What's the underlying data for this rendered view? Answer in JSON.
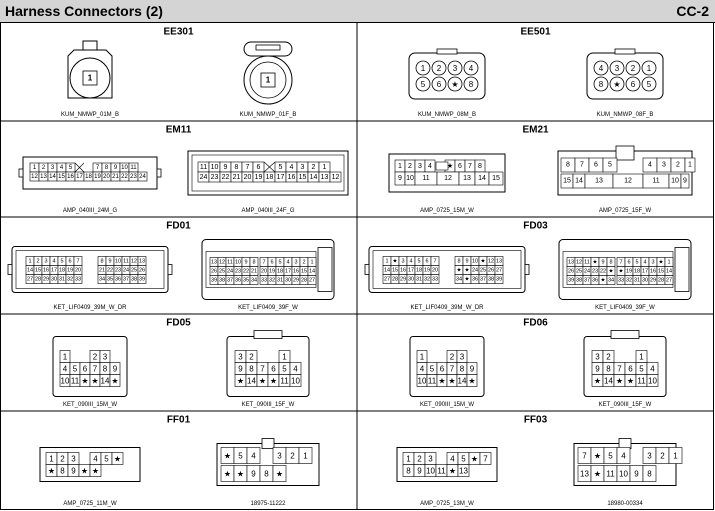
{
  "header": {
    "title": "Harness Connectors (2)",
    "code": "CC-2"
  },
  "sections": [
    {
      "id": "EE301",
      "title": "EE301",
      "connectors": [
        {
          "kind": "round-male",
          "pins": [
            "1"
          ],
          "part": "KUM_NMWP_01M_B"
        },
        {
          "kind": "round-female",
          "pins": [
            "1"
          ],
          "part": "KUM_NMWP_01F_B"
        }
      ]
    },
    {
      "id": "EE501",
      "title": "EE501",
      "connectors": [
        {
          "kind": "circle-grid",
          "rows": [
            [
              "1",
              "2",
              "3",
              "4"
            ],
            [
              "5",
              "6",
              "★",
              "8"
            ]
          ],
          "part": "KUM_NMWP_08M_B"
        },
        {
          "kind": "circle-grid",
          "rows": [
            [
              "4",
              "3",
              "2",
              "1"
            ],
            [
              "8",
              "★",
              "6",
              "5"
            ]
          ],
          "part": "KUM_NMWP_08F_B"
        }
      ]
    },
    {
      "id": "EM11",
      "title": "EM11",
      "connectors": [
        {
          "kind": "em11-male",
          "rows": [
            [
              "1",
              "2",
              "3",
              "4",
              "5",
              "",
              "",
              "7",
              "8",
              "9",
              "10",
              "11"
            ],
            [
              "12",
              "13",
              "14",
              "15",
              "16",
              "17",
              "18",
              "19",
              "20",
              "21",
              "22",
              "23",
              "24"
            ]
          ],
          "part": "AMP_040III_24M_G"
        },
        {
          "kind": "em11-female",
          "rows": [
            [
              "11",
              "10",
              "9",
              "8",
              "7",
              "6",
              "",
              "5",
              "4",
              "3",
              "2",
              "1"
            ],
            [
              "24",
              "23",
              "22",
              "21",
              "20",
              "19",
              "18",
              "17",
              "16",
              "15",
              "14",
              "13",
              "12"
            ]
          ],
          "part": "AMP_040III_24F_G"
        }
      ]
    },
    {
      "id": "EM21",
      "title": "EM21",
      "connectors": [
        {
          "kind": "em21-male",
          "rows": [
            [
              "1",
              "2",
              "3",
              "4",
              "",
              "★",
              "6",
              "7",
              "8"
            ],
            [
              "9",
              "10",
              "11",
              "12",
              "13",
              "14",
              "15"
            ]
          ],
          "part": "AMP_0725_15M_W"
        },
        {
          "kind": "em21-female",
          "rows": [
            [
              "8",
              "7",
              "6",
              "5",
              "",
              "4",
              "3",
              "2",
              "1"
            ],
            [
              "15",
              "14",
              "13",
              "12",
              "11",
              "10",
              "9"
            ]
          ],
          "part": "AMP_0725_15F_W"
        }
      ]
    },
    {
      "id": "FD01",
      "title": "FD01",
      "connectors": [
        {
          "kind": "fd-male",
          "left": [
            [
              "1",
              "2",
              "3",
              "4",
              "5",
              "6",
              "7"
            ],
            [
              "14",
              "15",
              "16",
              "17",
              "18",
              "19",
              "20"
            ],
            [
              "27",
              "28",
              "29",
              "30",
              "31",
              "32",
              "33"
            ]
          ],
          "right": [
            [
              "8",
              "9",
              "10",
              "11",
              "12",
              "13"
            ],
            [
              "21",
              "22",
              "23",
              "24",
              "25",
              "26"
            ],
            [
              "34",
              "35",
              "36",
              "37",
              "38",
              "39"
            ]
          ],
          "part": "KET_LIF0409_39M_W_DR"
        },
        {
          "kind": "fd-female",
          "left": [
            [
              "13",
              "12",
              "11",
              "10",
              "9",
              "8"
            ],
            [
              "26",
              "25",
              "24",
              "23",
              "22",
              "21"
            ],
            [
              "39",
              "38",
              "37",
              "36",
              "35",
              "34"
            ]
          ],
          "right": [
            [
              "7",
              "6",
              "5",
              "4",
              "3",
              "2",
              "1"
            ],
            [
              "20",
              "19",
              "18",
              "17",
              "16",
              "15",
              "14"
            ],
            [
              "33",
              "32",
              "31",
              "30",
              "29",
              "28",
              "27"
            ]
          ],
          "part": "KET_LIF0409_39F_W"
        }
      ]
    },
    {
      "id": "FD03",
      "title": "FD03",
      "connectors": [
        {
          "kind": "fd-male",
          "left": [
            [
              "1",
              "★",
              "3",
              "4",
              "5",
              "6",
              "7"
            ],
            [
              "14",
              "15",
              "16",
              "17",
              "18",
              "19",
              "20"
            ],
            [
              "27",
              "28",
              "29",
              "30",
              "31",
              "32",
              "33"
            ]
          ],
          "right": [
            [
              "8",
              "9",
              "10",
              "★",
              "12",
              "13"
            ],
            [
              "★",
              "★",
              "24",
              "25",
              "26",
              "27"
            ],
            [
              "34",
              "★",
              "36",
              "37",
              "38",
              "39"
            ]
          ],
          "part": "KET_LIF0409_39M_W_DR"
        },
        {
          "kind": "fd-female",
          "left": [
            [
              "13",
              "12",
              "11",
              "★",
              "9",
              "8"
            ],
            [
              "26",
              "25",
              "24",
              "23",
              "22",
              "★"
            ],
            [
              "39",
              "38",
              "37",
              "36",
              "★",
              "34"
            ]
          ],
          "right": [
            [
              "7",
              "6",
              "5",
              "4",
              "3",
              "★",
              "1"
            ],
            [
              "★",
              "19",
              "18",
              "17",
              "16",
              "15",
              "14"
            ],
            [
              "33",
              "32",
              "31",
              "30",
              "29",
              "28",
              "27"
            ]
          ],
          "part": "KET_LIF0409_39F_W"
        }
      ]
    },
    {
      "id": "FD05",
      "title": "FD05",
      "connectors": [
        {
          "kind": "fd05-male",
          "rows": [
            [
              "1",
              "",
              "",
              "2",
              "3"
            ],
            [
              "4",
              "5",
              "6",
              "7",
              "8",
              "9"
            ],
            [
              "10",
              "11",
              "★",
              "★",
              "14",
              "★"
            ]
          ],
          "part": "KET_090III_15M_W"
        },
        {
          "kind": "fd05-female",
          "rows": [
            [
              "3",
              "2",
              "",
              "",
              "1"
            ],
            [
              "9",
              "8",
              "7",
              "6",
              "5",
              "4"
            ],
            [
              "★",
              "14",
              "★",
              "★",
              "11",
              "10"
            ]
          ],
          "part": "KET_090III_15F_W"
        }
      ]
    },
    {
      "id": "FD06",
      "title": "FD06",
      "connectors": [
        {
          "kind": "fd05-male",
          "rows": [
            [
              "1",
              "",
              "",
              "2",
              "3"
            ],
            [
              "4",
              "5",
              "6",
              "7",
              "8",
              "9"
            ],
            [
              "10",
              "11",
              "★",
              "★",
              "14",
              "★"
            ]
          ],
          "part": "KET_090III_15M_W"
        },
        {
          "kind": "fd05-female",
          "rows": [
            [
              "3",
              "2",
              "",
              "",
              "1"
            ],
            [
              "9",
              "8",
              "7",
              "6",
              "5",
              "4"
            ],
            [
              "★",
              "14",
              "★",
              "★",
              "11",
              "10"
            ]
          ],
          "part": "KET_090III_15F_W"
        }
      ]
    },
    {
      "id": "FF01",
      "title": "FF01",
      "connectors": [
        {
          "kind": "ff-male",
          "rows": [
            [
              "1",
              "2",
              "3",
              "",
              "4",
              "5",
              "★"
            ],
            [
              "★",
              "8",
              "9",
              "★",
              "★"
            ]
          ],
          "part": "AMP_0725_11M_W"
        },
        {
          "kind": "ff-female",
          "rows": [
            [
              "★",
              "5",
              "4",
              "",
              "3",
              "2",
              "1"
            ],
            [
              "★",
              "★",
              "9",
              "8",
              "★"
            ]
          ],
          "part": "18975-11222"
        }
      ]
    },
    {
      "id": "FF03",
      "title": "FF03",
      "connectors": [
        {
          "kind": "ff-male",
          "rows": [
            [
              "1",
              "2",
              "3",
              "",
              "4",
              "5",
              "★",
              "7"
            ],
            [
              "8",
              "9",
              "10",
              "11",
              "★",
              "13"
            ]
          ],
          "part": "AMP_0725_13M_W"
        },
        {
          "kind": "ff-female",
          "rows": [
            [
              "7",
              "★",
              "5",
              "4",
              "",
              "3",
              "2",
              "1"
            ],
            [
              "13",
              "★",
              "11",
              "10",
              "9",
              "8"
            ]
          ],
          "part": "18980-00334"
        }
      ]
    }
  ]
}
